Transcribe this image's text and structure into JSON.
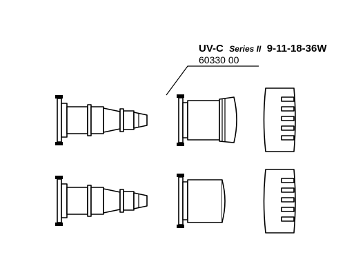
{
  "diagram": {
    "title": {
      "model": "UV-C",
      "series": "Series II",
      "wattages": "9-11-18-36W"
    },
    "part_number": "60330 00"
  }
}
